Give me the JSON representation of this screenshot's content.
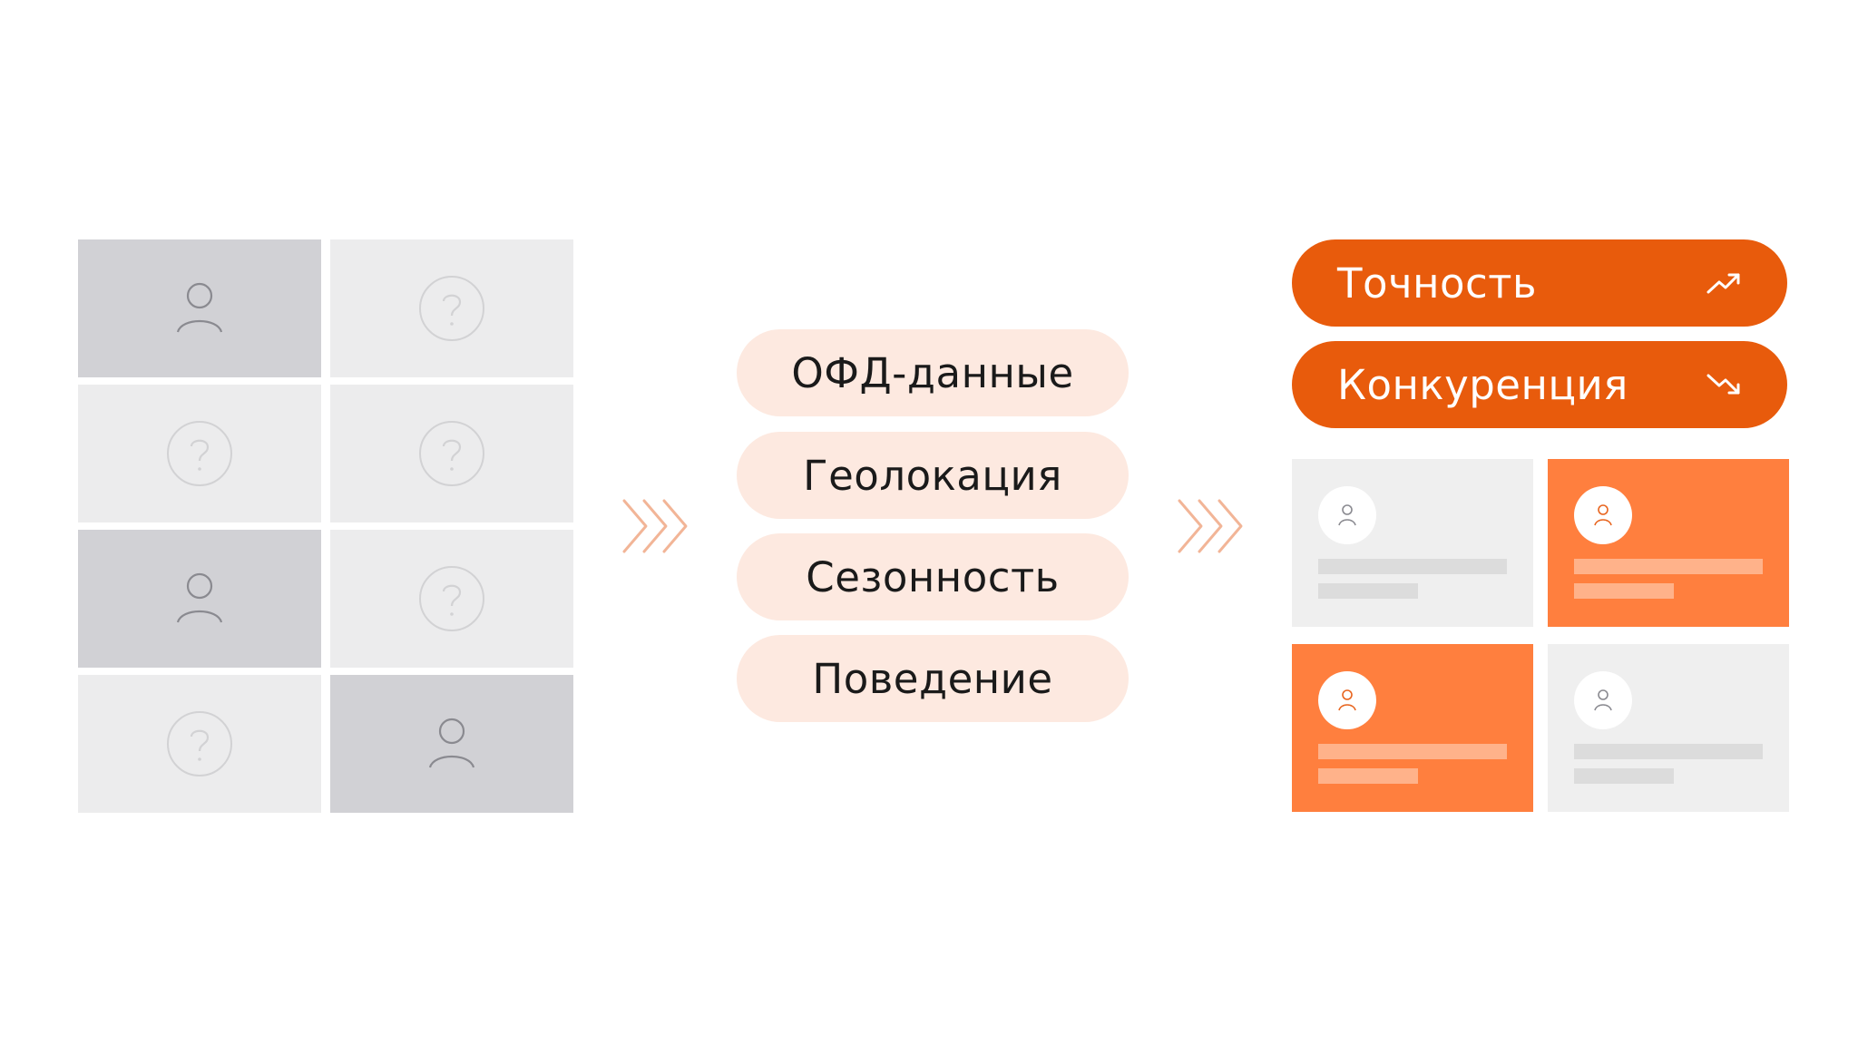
{
  "left_grid": {
    "cells": [
      {
        "state": "known",
        "icon": "person-icon"
      },
      {
        "state": "unknown",
        "icon": "question-icon"
      },
      {
        "state": "unknown",
        "icon": "question-icon"
      },
      {
        "state": "unknown",
        "icon": "question-icon"
      },
      {
        "state": "known",
        "icon": "person-icon"
      },
      {
        "state": "unknown",
        "icon": "question-icon"
      },
      {
        "state": "unknown",
        "icon": "question-icon"
      },
      {
        "state": "known",
        "icon": "person-icon"
      }
    ]
  },
  "data_sources": [
    {
      "label": "ОФД-данные"
    },
    {
      "label": "Геолокация"
    },
    {
      "label": "Сезонность"
    },
    {
      "label": "Поведение"
    }
  ],
  "results": [
    {
      "label": "Точность",
      "icon": "trend-up-icon"
    },
    {
      "label": "Конкуренция",
      "icon": "trend-down-icon"
    }
  ],
  "cards": [
    {
      "style": "grey",
      "icon": "person-icon"
    },
    {
      "style": "orange",
      "icon": "person-icon"
    },
    {
      "style": "orange",
      "icon": "person-icon"
    },
    {
      "style": "grey",
      "icon": "person-icon"
    }
  ],
  "colors": {
    "accent": "#e85b0c",
    "accent_light": "#ff7f3e",
    "pill_bg": "#fde9e0",
    "cell_known": "#d1d1d5",
    "cell_unknown": "#ececed",
    "chevron": "#f2b597"
  }
}
